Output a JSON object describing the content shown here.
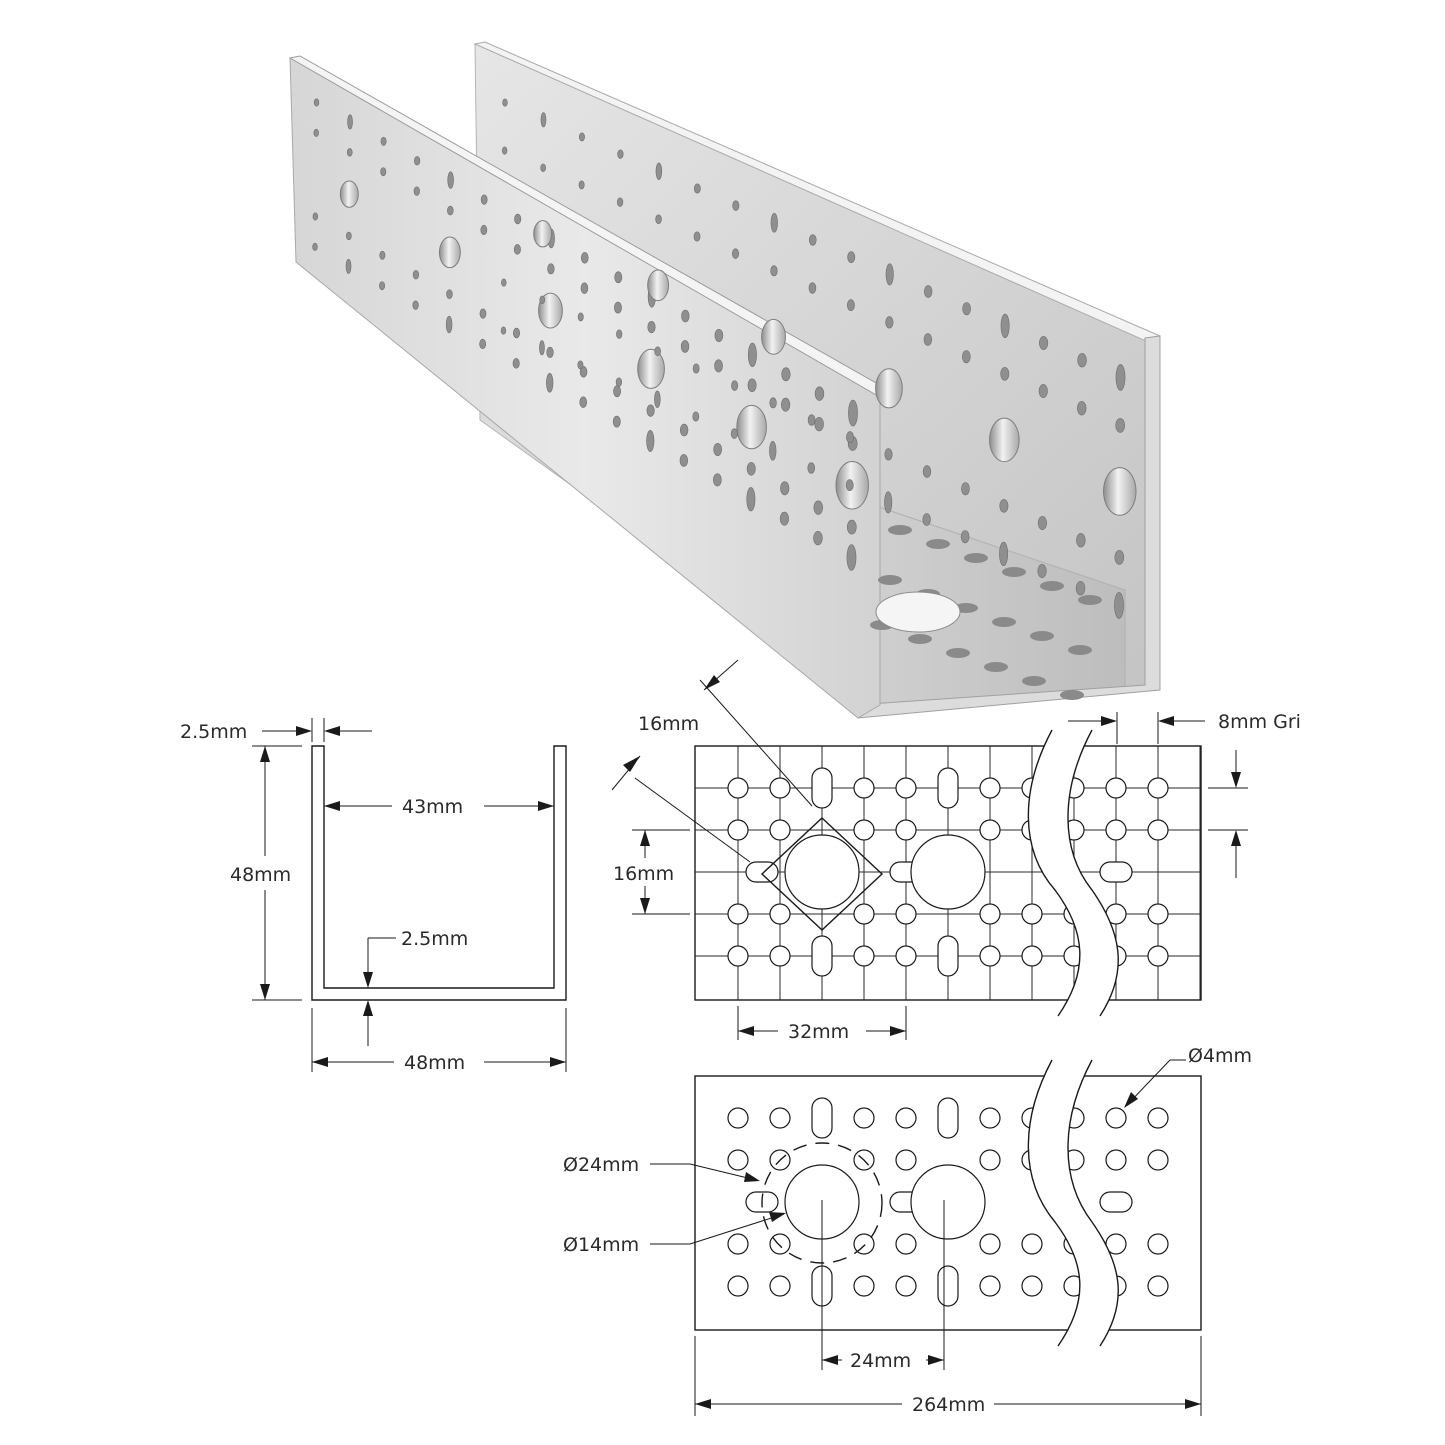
{
  "colors": {
    "metal_light": "#e4e4e4",
    "metal_mid": "#c9c9c9",
    "metal_dark": "#9a9a9a",
    "ink": "#1a1a1a"
  },
  "section_view": {
    "wall_thickness": "2.5mm",
    "inner_width": "43mm",
    "height": "48mm",
    "base_thickness": "2.5mm",
    "outer_width": "48mm"
  },
  "grid_view": {
    "bolt_pattern_diagonal": "16mm",
    "grid_pitch": "8mm Gri",
    "vertical_spacing": "16mm",
    "horizontal_spacing": "32mm"
  },
  "hole_view": {
    "small_hole": "Ø4mm",
    "bolt_circle": "Ø24mm",
    "center_bore": "Ø14mm",
    "bore_spacing": "24mm",
    "overall_length": "264mm"
  }
}
